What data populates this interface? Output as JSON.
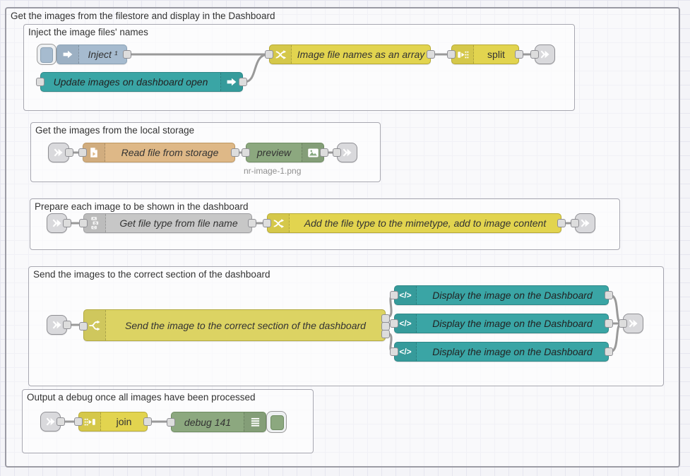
{
  "workspace": {
    "outer_group_title": "Get the images from the filestore and display in the Dashboard"
  },
  "groups": {
    "inject": {
      "title": "Inject the image files' names"
    },
    "storage": {
      "title": "Get the images from the local storage"
    },
    "prepare": {
      "title": "Prepare each image to be shown in the dashboard"
    },
    "send": {
      "title": "Send the images to the correct section of the dashboard"
    },
    "output": {
      "title": "Output a debug once all images have been processed"
    }
  },
  "nodes": {
    "inject": {
      "label": "Inject ¹"
    },
    "ui_control": {
      "label": "Update images on dashboard open"
    },
    "func_array": {
      "label": "Image file names as an array"
    },
    "split": {
      "label": "split"
    },
    "read_file": {
      "label": "Read file from storage"
    },
    "preview": {
      "label": "preview",
      "status": "nr-image-1.png"
    },
    "get_file_type": {
      "label": "Get file type from file name"
    },
    "func_mimetype": {
      "label": "Add the file type to the mimetype, add to image content"
    },
    "switch": {
      "label": "Send the image to the correct section of the dashboard"
    },
    "template_1": {
      "label": "Display the image on the Dashboard"
    },
    "template_2": {
      "label": "Display the image on the Dashboard"
    },
    "template_3": {
      "label": "Display the image on the Dashboard"
    },
    "join": {
      "label": "join"
    },
    "debug": {
      "label": "debug 141"
    }
  },
  "icons": {
    "inject": "arrow-right-icon",
    "ui_control": "arrow-right-icon",
    "function": "crossed-arrows-icon",
    "split": "split-blocks-icon",
    "join": "join-blocks-icon",
    "link": "link-arrow-icon",
    "file": "file-document-icon",
    "image": "image-picture-icon",
    "abc": "abc-letters-icon",
    "switch": "branch-icon",
    "template": "code-icon",
    "debug": "list-lines-icon",
    "template_glyph": "</>"
  },
  "colors": {
    "canvas_bg": "#f4f4f8",
    "grid_line": "#e6e6ef",
    "inject_node": "#a6bbcf",
    "teal_node": "#3aa5a5",
    "function_node": "#e2d44f",
    "yellow_node": "#dcd363",
    "file_node": "#deb887",
    "gray_node": "#c7c7c7",
    "green_node": "#8ca87f",
    "link_node": "#d9d9dc",
    "wire": "#999999",
    "group_border": "#9b9ba4",
    "label_text": "#333333",
    "status_text": "#8f8f8f"
  }
}
